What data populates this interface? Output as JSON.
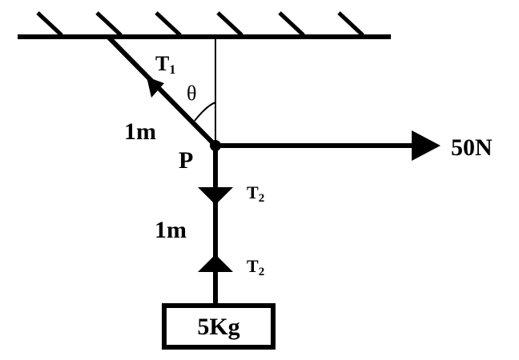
{
  "labels": {
    "tension_1": "T",
    "tension_1_sub": "1",
    "tension_2_lower": "T",
    "tension_2_lower_sub": "2",
    "tension_2_upper": "T",
    "tension_2_upper_sub": "2",
    "angle": "θ",
    "point": "P",
    "length_inclined": "1m",
    "length_vertical": "1m",
    "force": "50N",
    "mass": "5Kg"
  },
  "colors": {
    "ink": "#000000",
    "paper": "#ffffff"
  }
}
